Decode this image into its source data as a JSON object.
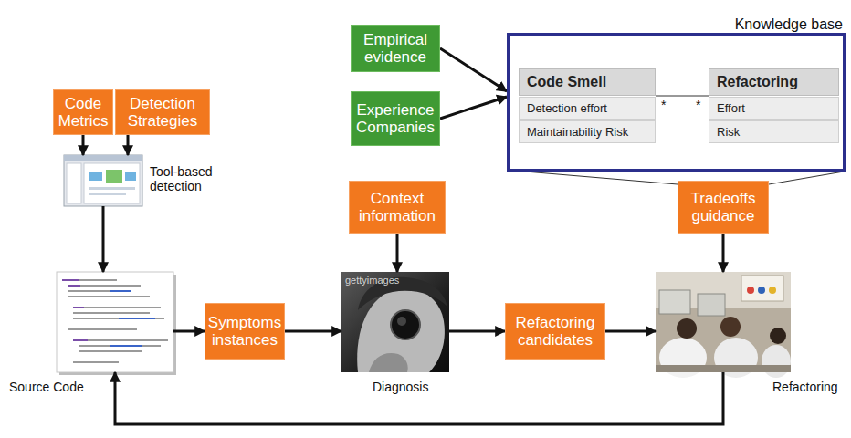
{
  "diagram": {
    "nodes": [
      {
        "text": [
          "Knowledge base"
        ]
      },
      {
        "text": [
          "Code Smell",
          "Detection effort",
          "Maintainability Risk"
        ],
        "in": 0
      },
      {
        "text": [
          "Refactoring",
          "Effort",
          "Risk"
        ],
        "in": 0
      },
      {
        "text": [
          "Empirical evidence"
        ]
      },
      {
        "text": [
          "Experience Companies"
        ]
      },
      {
        "text": [
          "Code Metrics"
        ]
      },
      {
        "text": [
          "Detection Strategies"
        ]
      },
      {
        "text": [
          "Tool-based detection"
        ]
      },
      {
        "text": [
          "Context information"
        ]
      },
      {
        "text": [
          "Tradeoffs guidance"
        ]
      },
      {
        "text": [
          "Source Code"
        ]
      },
      {
        "text": [
          "Symptoms instances"
        ]
      },
      {
        "text": [
          "Diagnosis"
        ]
      },
      {
        "text": [
          "Refactoring candidates"
        ]
      },
      {
        "text": [
          "Refactoring"
        ]
      }
    ],
    "edges": [
      {
        "from": 3,
        "to": 0,
        "arrow": "to"
      },
      {
        "from": 4,
        "to": 0,
        "arrow": "to"
      },
      {
        "from": 1,
        "to": 2,
        "label": "*",
        "arrow": "none"
      },
      {
        "from": 5,
        "to": 7,
        "arrow": "to"
      },
      {
        "from": 6,
        "to": 7,
        "arrow": "to"
      },
      {
        "from": 7,
        "to": 10,
        "arrow": "to"
      },
      {
        "from": 10,
        "to": 11,
        "arrow": "to"
      },
      {
        "from": 8,
        "to": 12,
        "arrow": "to"
      },
      {
        "from": 11,
        "to": 12,
        "arrow": "to"
      },
      {
        "from": 12,
        "to": 13,
        "arrow": "to"
      },
      {
        "from": 13,
        "to": 14,
        "arrow": "to"
      },
      {
        "from": 0,
        "to": 9,
        "arrow": "none"
      },
      {
        "from": 9,
        "to": 14,
        "arrow": "to"
      },
      {
        "from": 14,
        "to": 10,
        "arrow": "to"
      }
    ],
    "labels": [
      "*",
      "gettyimages"
    ]
  }
}
